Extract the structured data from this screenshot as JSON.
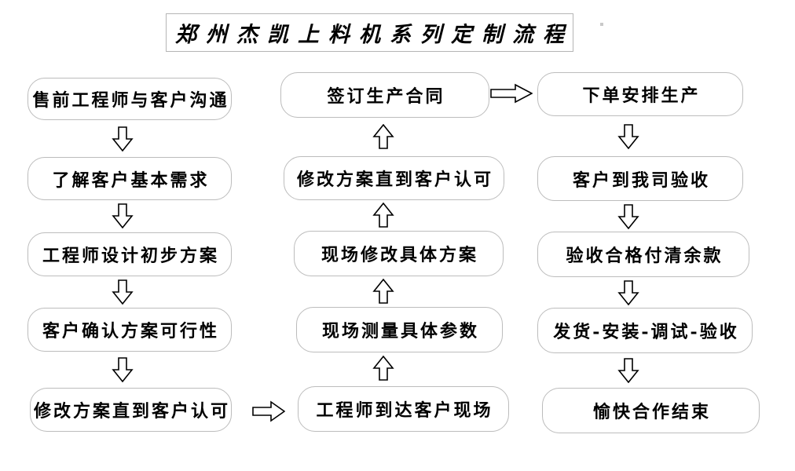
{
  "title": "郑州杰凯上料机系列定制流程",
  "flow": {
    "left": [
      "售前工程师与客户沟通",
      "了解客户基本需求",
      "工程师设计初步方案",
      "客户确认方案可行性",
      "修改方案直到客户认可"
    ],
    "middle": [
      "签订生产合同",
      "修改方案直到客户认可",
      "现场修改具体方案",
      "现场测量具体参数",
      "工程师到达客户现场"
    ],
    "right": [
      "下单安排生产",
      "客户到我司验收",
      "验收合格付清余款",
      "发货-安装-调试-验收",
      "愉快合作结束"
    ]
  },
  "colors": {
    "background": "#ffffff",
    "box_border": "#bcbcbc",
    "text": "#000000",
    "arrow_outline": "#000000"
  }
}
